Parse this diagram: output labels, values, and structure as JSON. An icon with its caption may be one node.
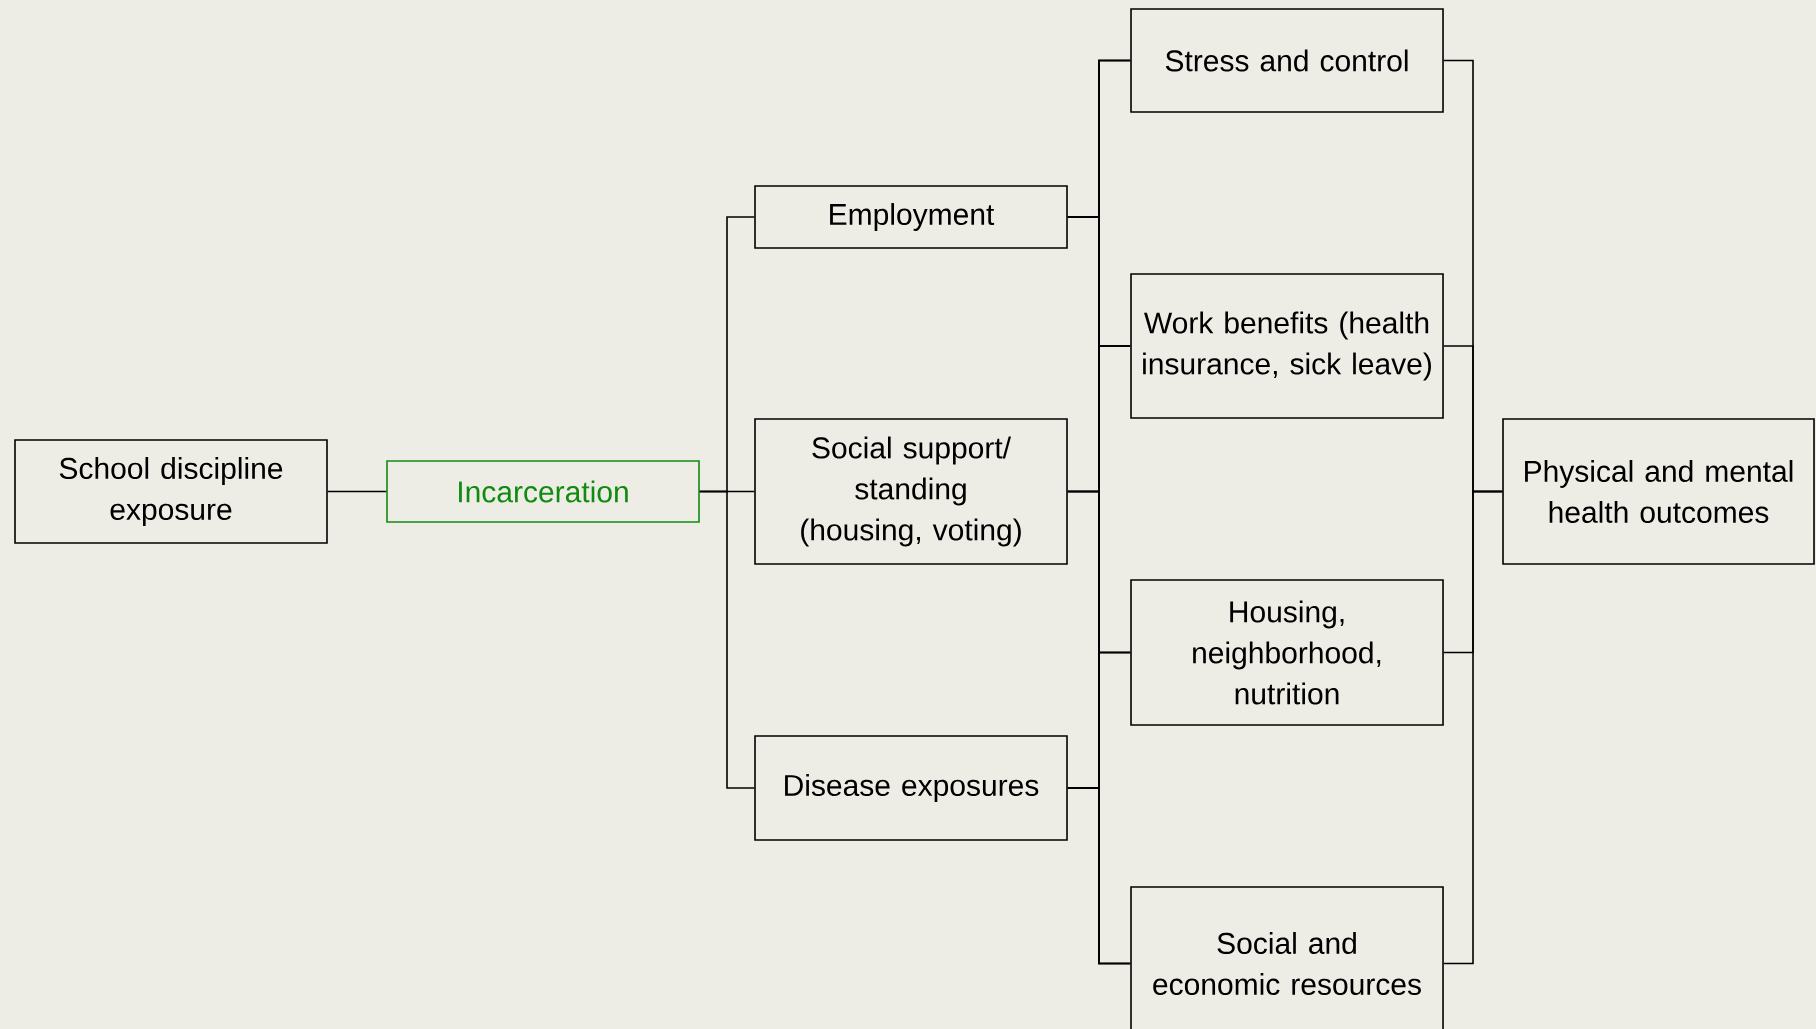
{
  "diagram": {
    "nodes": [
      {
        "text": [
          "School discipline exposure"
        ]
      },
      {
        "text": [
          "Incarceration"
        ]
      },
      {
        "text": [
          "Employment"
        ]
      },
      {
        "text": [
          "Social support/ standing (housing, voting)"
        ]
      },
      {
        "text": [
          "Disease exposures"
        ]
      },
      {
        "text": [
          "Stress and control"
        ]
      },
      {
        "text": [
          "Work benefits (health insurance, sick leave)"
        ]
      },
      {
        "text": [
          "Housing, neighborhood, nutrition"
        ]
      },
      {
        "text": [
          "Social and economic resources"
        ]
      },
      {
        "text": [
          "Physical and mental health outcomes"
        ]
      }
    ],
    "edges": [
      {
        "from": 0,
        "to": 1,
        "arrow": "none"
      },
      {
        "from": 1,
        "to": 2,
        "arrow": "none"
      },
      {
        "from": 1,
        "to": 3,
        "arrow": "none"
      },
      {
        "from": 1,
        "to": 4,
        "arrow": "none"
      },
      {
        "from": 2,
        "to": 5,
        "arrow": "none"
      },
      {
        "from": 2,
        "to": 6,
        "arrow": "none"
      },
      {
        "from": 2,
        "to": 7,
        "arrow": "none"
      },
      {
        "from": 2,
        "to": 8,
        "arrow": "none"
      },
      {
        "from": 3,
        "to": 5,
        "arrow": "none"
      },
      {
        "from": 3,
        "to": 6,
        "arrow": "none"
      },
      {
        "from": 3,
        "to": 7,
        "arrow": "none"
      },
      {
        "from": 3,
        "to": 8,
        "arrow": "none"
      },
      {
        "from": 4,
        "to": 5,
        "arrow": "none"
      },
      {
        "from": 4,
        "to": 6,
        "arrow": "none"
      },
      {
        "from": 4,
        "to": 7,
        "arrow": "none"
      },
      {
        "from": 4,
        "to": 8,
        "arrow": "none"
      },
      {
        "from": 5,
        "to": 9,
        "arrow": "none"
      },
      {
        "from": 6,
        "to": 9,
        "arrow": "none"
      },
      {
        "from": 7,
        "to": 9,
        "arrow": "none"
      },
      {
        "from": 8,
        "to": 9,
        "arrow": "none"
      }
    ]
  }
}
